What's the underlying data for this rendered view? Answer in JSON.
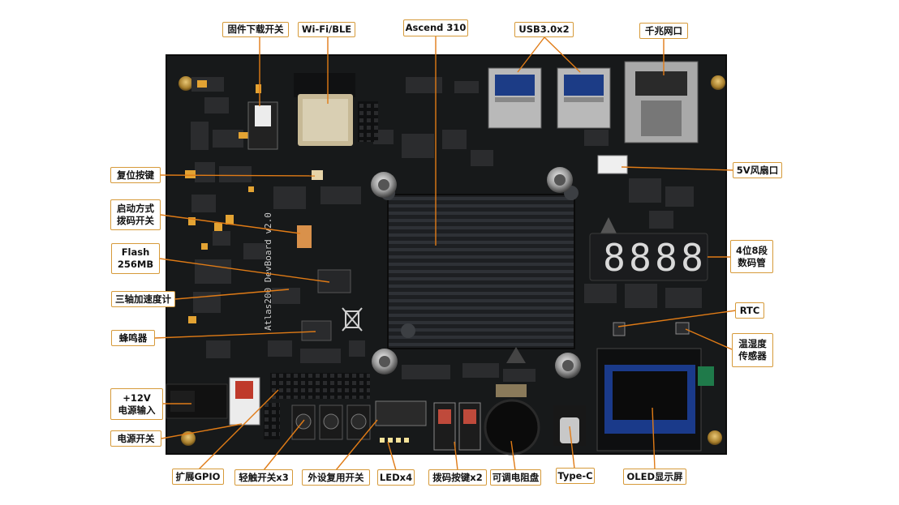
{
  "colors": {
    "board": "#17191a",
    "label_border": "#d69a3a",
    "leader_line": "#e07b16",
    "seven_segment": "#d9d9d9",
    "oled_screen": "#1a3a8a",
    "heatsink": "#232528"
  },
  "labels": {
    "firmware_switch": [
      "固件下载开关"
    ],
    "wifi_ble": [
      "Wi-Fi/BLE"
    ],
    "ascend": [
      "Ascend 310"
    ],
    "usb": [
      "USB3.0x2"
    ],
    "ethernet": [
      "千兆网口"
    ],
    "fan_port": [
      "5V风扇口"
    ],
    "seven_seg": [
      "4位8段",
      "数码管"
    ],
    "rtc": [
      "RTC"
    ],
    "temp_humidity": [
      "温湿度",
      "传感器"
    ],
    "reset_button": [
      "复位按键"
    ],
    "boot_dip": [
      "启动方式",
      "拨码开关"
    ],
    "flash": [
      "Flash",
      "256MB"
    ],
    "accelerometer": [
      "三轴加速度计"
    ],
    "buzzer": [
      "蜂鸣器"
    ],
    "power_input": [
      "+12V",
      "电源输入"
    ],
    "power_switch": [
      "电源开关"
    ],
    "gpio": [
      "扩展GPIO"
    ],
    "tact_switch": [
      "轻触开关x3"
    ],
    "peripheral_mux": [
      "外设复用开关"
    ],
    "leds": [
      "LEDx4"
    ],
    "dip_buttons": [
      "拨码按键x2"
    ],
    "potentiometer": [
      "可调电阻盘"
    ],
    "type_c": [
      "Type-C"
    ],
    "oled": [
      "OLED显示屏"
    ]
  },
  "board_marks": {
    "seven_seg_digits": [
      "8",
      "8",
      "8",
      "8"
    ],
    "silkscreen": "Atlas200 DevBoard v2.0"
  }
}
